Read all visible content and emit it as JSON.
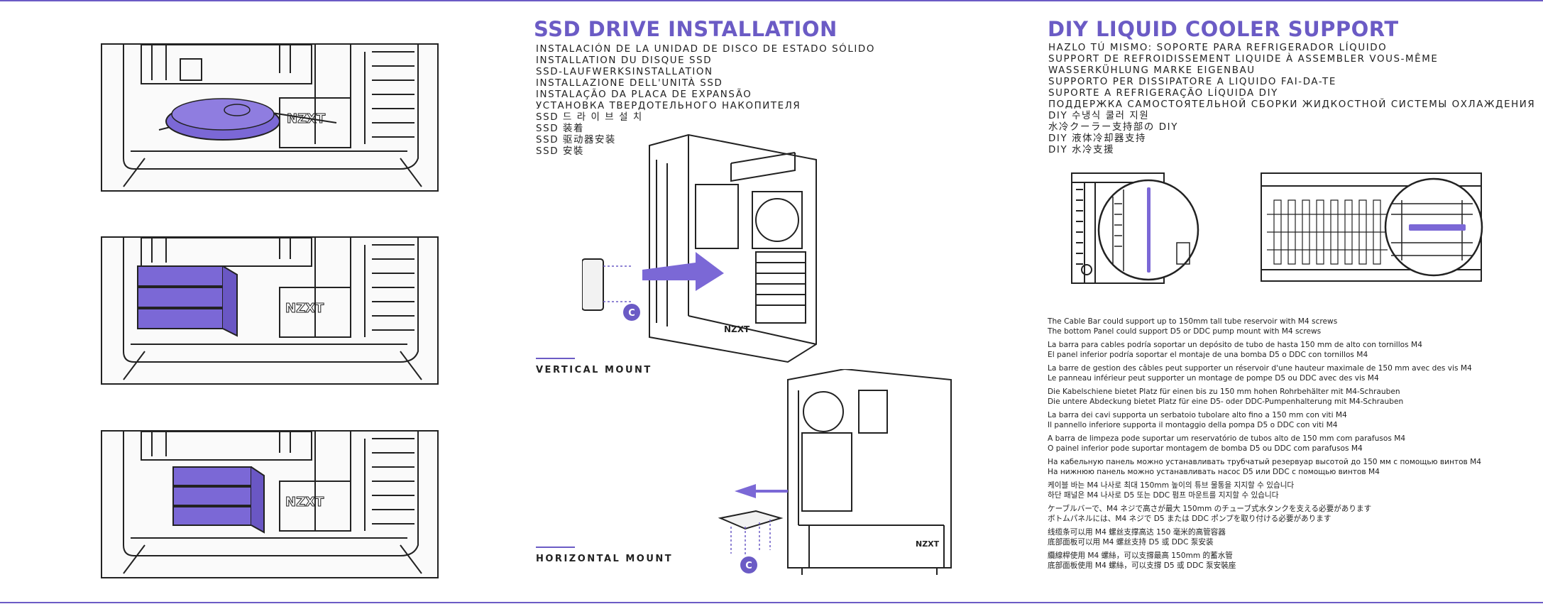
{
  "ssd": {
    "title": "SSD DRIVE INSTALLATION",
    "languages": [
      "INSTALACIÓN DE LA UNIDAD DE DISCO DE ESTADO SÓLIDO",
      "INSTALLATION DU DISQUE SSD",
      "SSD-LAUFWERKSINSTALLATION",
      "INSTALLAZIONE DELL'UNITÀ SSD",
      "INSTALAÇÃO DA PLACA DE EXPANSÃO",
      "УСТАНОВКА ТВЕРДОТЕЛЬНОГО НАКОПИТЕЛЯ",
      "SSD 드 라 이 브 설 치",
      "SSD 装着",
      "SSD 驱动器安装",
      "SSD 安裝"
    ],
    "vertical_mount": "VERTICAL MOUNT",
    "horizontal_mount": "HORIZONTAL MOUNT",
    "callout_letter": "C",
    "brand": "NZXT"
  },
  "diy": {
    "title": "DIY LIQUID COOLER SUPPORT",
    "languages": [
      "HAZLO TÚ MISMO: SOPORTE PARA REFRIGERADOR LÍQUIDO",
      "SUPPORT DE REFROIDISSEMENT LIQUIDE À ASSEMBLER VOUS-MÊME",
      "WASSERKÜHLUNG MARKE EIGENBAU",
      "SUPPORTO PER DISSIPATORE A LIQUIDO FAI-DA-TE",
      "SUPORTE A REFRIGERAÇÃO LÍQUIDA DIY",
      "ПОДДЕРЖКА САМОСТОЯТЕЛЬНОЙ СБОРКИ ЖИДКОСТНОЙ СИСТЕМЫ ОХЛАЖДЕНИЯ",
      "DIY 수냉식 쿨러 지원",
      "水冷クーラー支持部の DIY",
      "DIY 液体冷却器支持",
      "DIY 水冷支援"
    ],
    "descriptions": [
      [
        "The Cable Bar could support up to 150mm tall tube reservoir with M4 screws",
        "The bottom Panel could support D5 or DDC pump mount with M4 screws"
      ],
      [
        "La barra para cables podría soportar un depósito de tubo de hasta 150 mm de alto con tornillos M4",
        "El panel inferior podría soportar el montaje de una bomba D5 o DDC con tornillos M4"
      ],
      [
        "La barre de gestion des câbles peut supporter un réservoir d'une hauteur maximale de 150 mm avec des vis M4",
        "Le panneau inférieur peut supporter un montage de pompe D5 ou DDC avec des vis M4"
      ],
      [
        "Die Kabelschiene bietet Platz für einen bis zu 150 mm hohen Rohrbehälter mit M4-Schrauben",
        "Die untere Abdeckung bietet Platz für eine D5- oder DDC-Pumpenhalterung mit M4-Schrauben"
      ],
      [
        "La barra dei cavi supporta un serbatoio tubolare alto fino a 150 mm con viti M4",
        "Il pannello inferiore supporta il montaggio della pompa D5 o DDC con viti M4"
      ],
      [
        "A barra de limpeza pode suportar um reservatório de tubos alto de 150 mm com parafusos M4",
        "O painel inferior pode suportar montagem de bomba D5 ou DDC com parafusos M4"
      ],
      [
        "На кабельную панель можно устанавливать трубчатый резервуар высотой до 150 мм с помощью винтов M4",
        "На нижнюю панель можно устанавливать насос D5 или DDC с помощью винтов M4"
      ],
      [
        "케이블 바는 M4 나사로 최대 150mm 높이의 튜브 물통을 지지할 수 있습니다",
        "하단 패널은 M4 나사로 D5 또는 DDC 펌프 마운트를 지지할 수 있습니다"
      ],
      [
        "ケーブルバーで、M4 ネジで高さが最大 150mm のチューブ式水タンクを支える必要があります",
        "ボトムパネルには、M4 ネジで D5 または DDC ポンプを取り付ける必要があります"
      ],
      [
        "线缆条可以用 M4 螺丝支撑高达 150 毫米的高管容器",
        "底部面板可以用 M4 螺丝支持 D5 或 DDC 泵安装"
      ],
      [
        "纜線桿使用 M4 螺絲，可以支撐最高 150mm 的蓄水管",
        "底部面板使用 M4 螺絲，可以支撐 D5 或 DDC 泵安裝座"
      ]
    ]
  },
  "colors": {
    "accent": "#6b5bc5",
    "ssd_fill": "#7b68d6",
    "line": "#222222"
  }
}
